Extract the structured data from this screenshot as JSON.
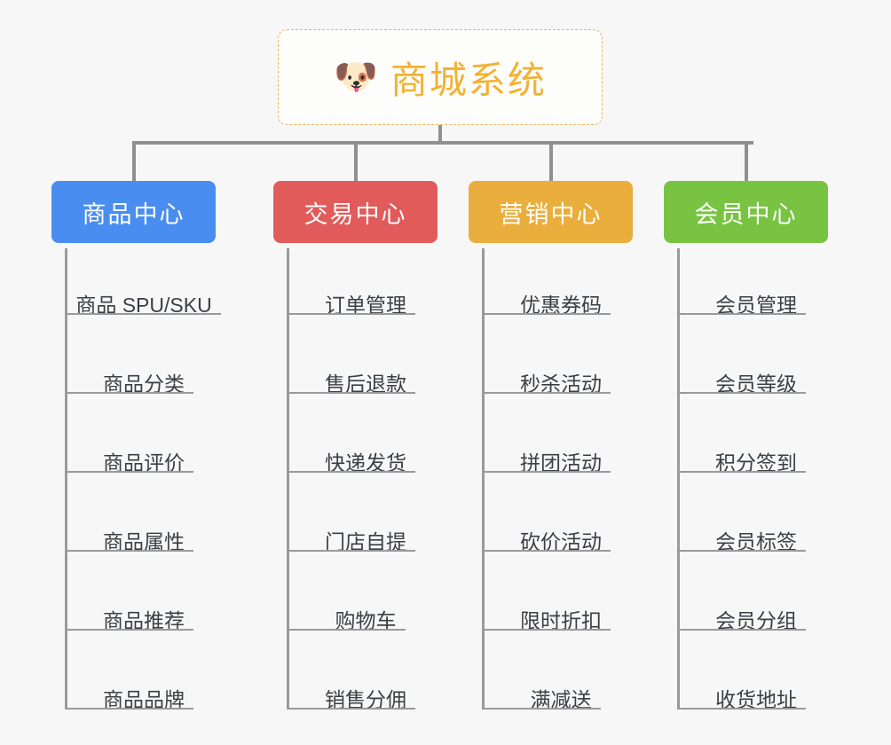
{
  "root": {
    "icon": "shiba-dog-face-icon",
    "emoji": "🐶",
    "title": "商城系统",
    "title_color": "#f2b233",
    "border_color": "#e9b65a"
  },
  "background_color": "#f7f7f7",
  "connector_color": "#909090",
  "columns": [
    {
      "key": "product-center",
      "label": "商品中心",
      "color": "#4a8df0",
      "items": [
        "商品 SPU/SKU",
        "商品分类",
        "商品评价",
        "商品属性",
        "商品推荐",
        "商品品牌"
      ]
    },
    {
      "key": "trade-center",
      "label": "交易中心",
      "color": "#e15b5b",
      "items": [
        "订单管理",
        "售后退款",
        "快递发货",
        "门店自提",
        "购物车",
        "销售分佣"
      ]
    },
    {
      "key": "marketing-center",
      "label": "营销中心",
      "color": "#eaae3c",
      "items": [
        "优惠券码",
        "秒杀活动",
        "拼团活动",
        "砍价活动",
        "限时折扣",
        "满减送"
      ]
    },
    {
      "key": "member-center",
      "label": "会员中心",
      "color": "#78c442",
      "items": [
        "会员管理",
        "会员等级",
        "积分签到",
        "会员标签",
        "会员分组",
        "收货地址"
      ]
    }
  ]
}
